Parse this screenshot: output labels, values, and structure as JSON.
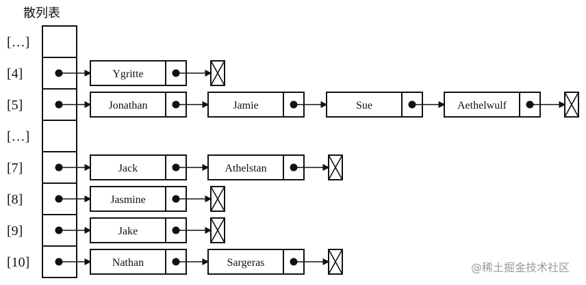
{
  "title": "散列表",
  "watermark": "@稀土掘金技术社区",
  "rows": [
    {
      "index_label": "[…]",
      "nodes": []
    },
    {
      "index_label": "[4]",
      "nodes": [
        "Ygritte"
      ]
    },
    {
      "index_label": "[5]",
      "nodes": [
        "Jonathan",
        "Jamie",
        "Sue",
        "Aethelwulf"
      ]
    },
    {
      "index_label": "[…]",
      "nodes": []
    },
    {
      "index_label": "[7]",
      "nodes": [
        "Jack",
        "Athelstan"
      ]
    },
    {
      "index_label": "[8]",
      "nodes": [
        "Jasmine"
      ]
    },
    {
      "index_label": "[9]",
      "nodes": [
        "Jake"
      ]
    },
    {
      "index_label": "[10]",
      "nodes": [
        "Nathan",
        "Sargeras"
      ]
    }
  ]
}
